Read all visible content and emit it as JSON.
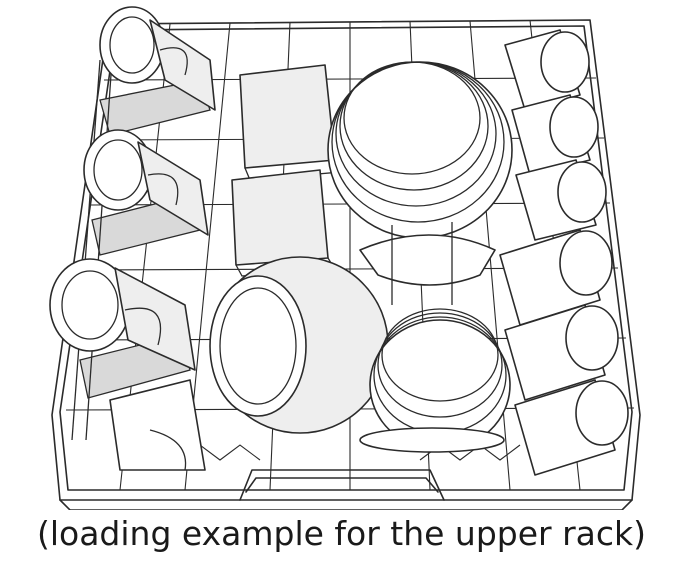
{
  "caption": "(loading example for the upper rack)",
  "illustration": {
    "subject": "dishwasher upper rack line drawing",
    "items": [
      "cups",
      "glasses",
      "bowls",
      "plates",
      "serving dish"
    ]
  },
  "colors": {
    "line": "#2b2b2b",
    "fill_light": "#eeeeee",
    "fill_holder": "#d9d9d9",
    "background": "#ffffff"
  }
}
